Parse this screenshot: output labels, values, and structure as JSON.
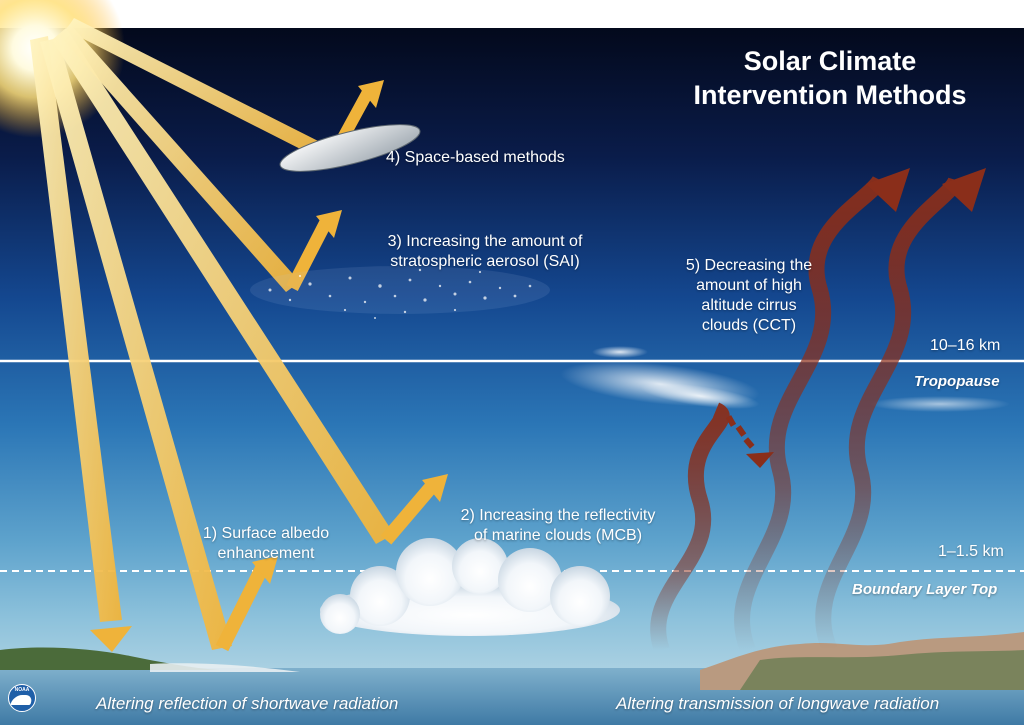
{
  "title": {
    "line1": "Solar Climate",
    "line2": "Intervention Methods"
  },
  "methods": {
    "space": "4) Space-based methods",
    "sai_line1": "3) Increasing the amount of",
    "sai_line2": "stratospheric aerosol (SAI)",
    "cct_line1": "5) Decreasing the",
    "cct_line2": "amount of high",
    "cct_line3": "altitude cirrus",
    "cct_line4": "clouds (CCT)",
    "mcb_line1": "2) Increasing the reflectivity",
    "mcb_line2": "of marine clouds (MCB)",
    "albedo_line1": "1) Surface albedo",
    "albedo_line2": "enhancement"
  },
  "layers": {
    "tropopause_altitude": "10–16 km",
    "tropopause_label": "Tropopause",
    "boundary_altitude": "1–1.5 km",
    "boundary_label": "Boundary Layer Top"
  },
  "footer": {
    "shortwave": "Altering reflection of shortwave radiation",
    "longwave": "Altering transmission of longwave radiation"
  },
  "logo": {
    "text": "NOAA"
  },
  "colors": {
    "shortwave_arrow": "#f2b844",
    "longwave_arrow": "#8a2e1a",
    "sky_top": "#03091c",
    "sky_bottom": "#8fc3dc",
    "sea": "#5a8fb4"
  }
}
